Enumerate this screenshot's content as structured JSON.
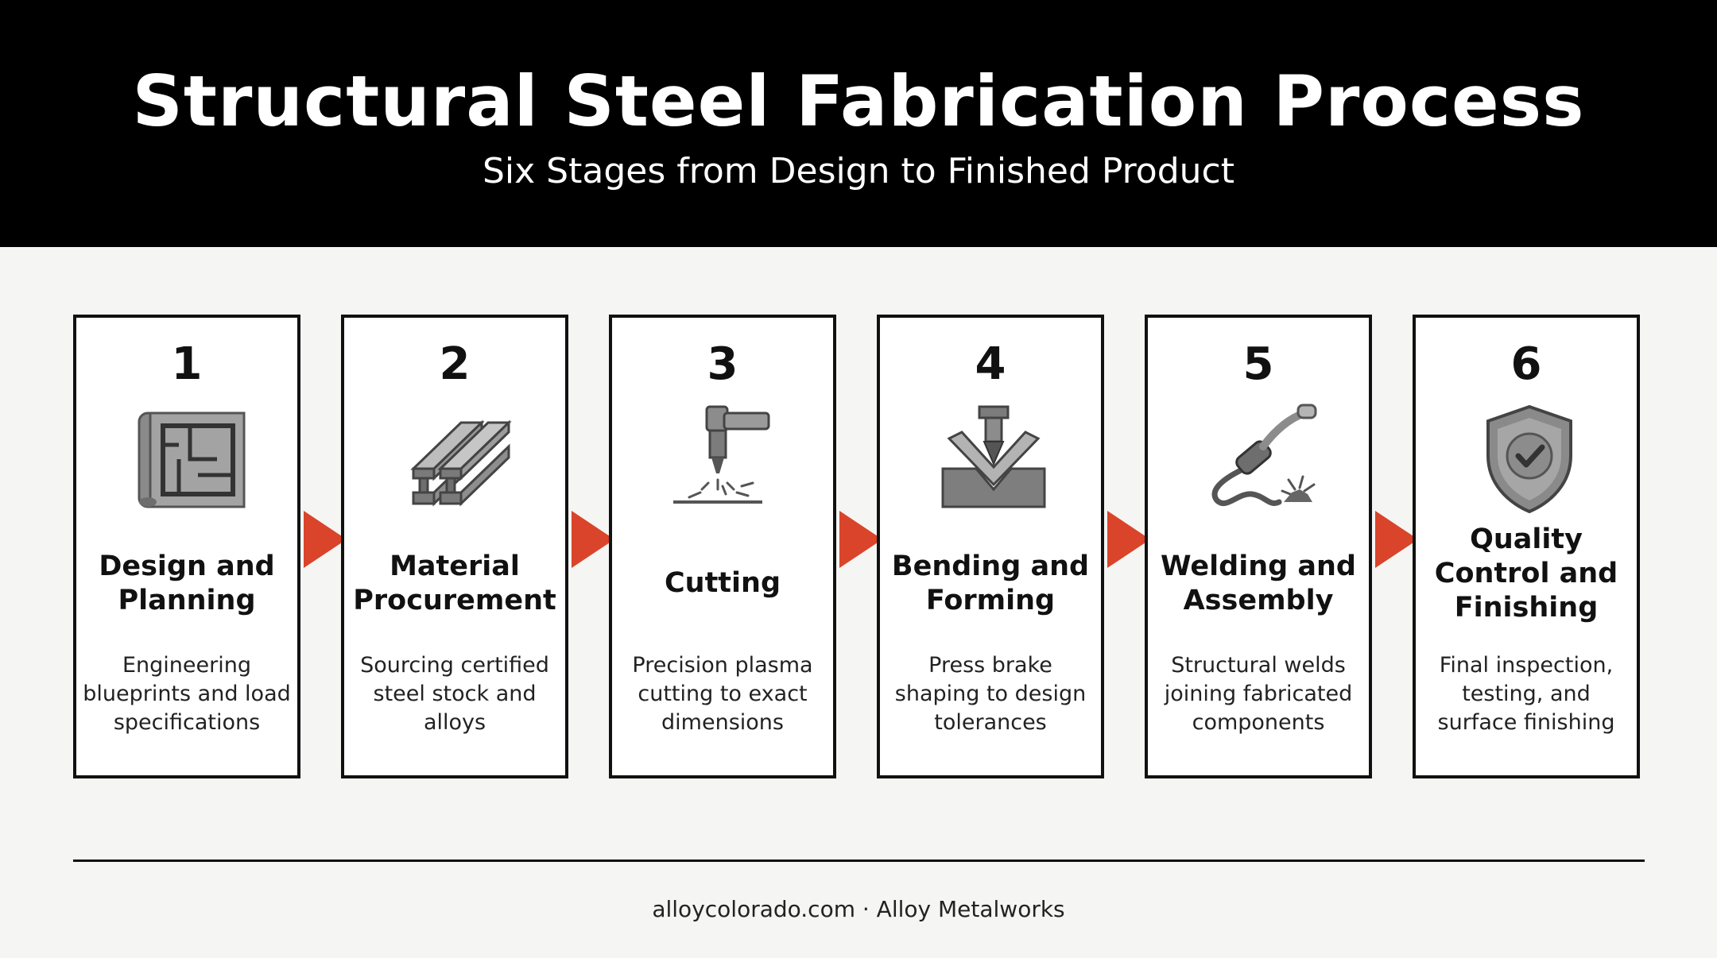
{
  "header": {
    "title": "Structural Steel Fabrication Process",
    "subtitle": "Six Stages from Design to Finished Product"
  },
  "steps": [
    {
      "number": "1",
      "title": "Design and Planning",
      "description": "Engineering blueprints and load specifications",
      "icon": "blueprint-icon"
    },
    {
      "number": "2",
      "title": "Material Procurement",
      "description": "Sourcing certified steel stock and alloys",
      "icon": "steel-beams-icon"
    },
    {
      "number": "3",
      "title": "Cutting",
      "description": "Precision plasma cutting to exact dimensions",
      "icon": "plasma-cutter-icon"
    },
    {
      "number": "4",
      "title": "Bending and Forming",
      "description": "Press brake shaping to design tolerances",
      "icon": "press-brake-icon"
    },
    {
      "number": "5",
      "title": "Welding and Assembly",
      "description": "Structural welds joining fabricated components",
      "icon": "welding-torch-icon"
    },
    {
      "number": "6",
      "title": "Quality Control and Finishing",
      "description": "Final inspection, testing, and surface finishing",
      "icon": "shield-check-icon"
    }
  ],
  "colors": {
    "accent": "#d9442a",
    "header_bg": "#000000",
    "page_bg": "#f5f5f3"
  },
  "footer": {
    "text": "alloycolorado.com · Alloy Metalworks"
  }
}
